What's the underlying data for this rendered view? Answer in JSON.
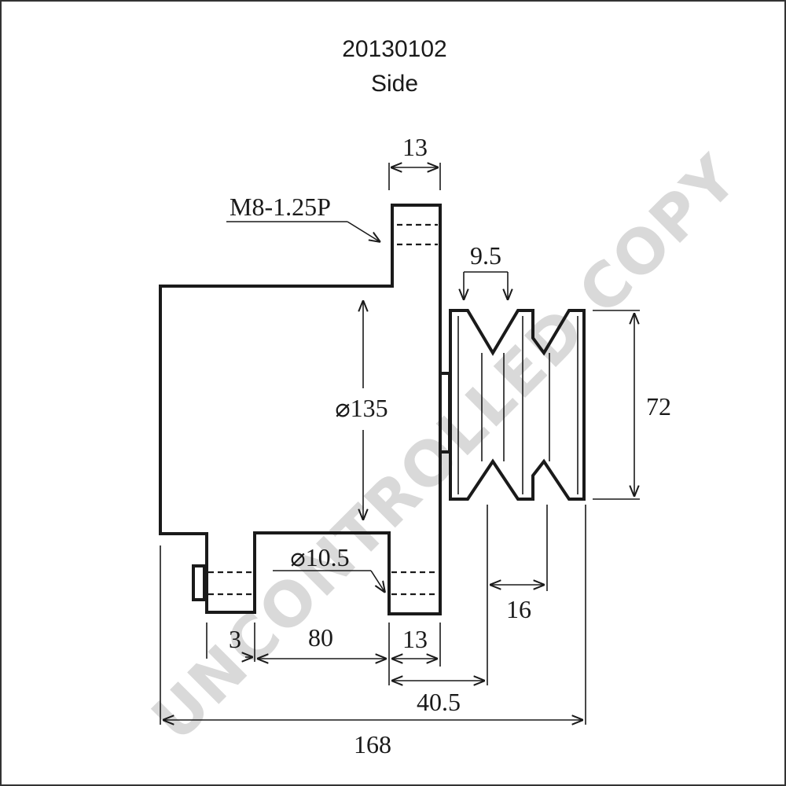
{
  "title": {
    "code": "20130102",
    "view": "Side"
  },
  "thread_label": "M8-1.25P",
  "dimensions": {
    "top_lug_width": "13",
    "groove_pitch": "9.5",
    "body_diameter": "⌀135",
    "pulley_diameter": "72",
    "lower_hole_diameter": "⌀10.5",
    "flange_thickness": "3",
    "lug_spacing": "80",
    "lower_lug_width": "13",
    "pulley_groove_span": "16",
    "pulley_offset": "40.5",
    "overall_length": "168"
  },
  "watermark": "UNCONTROLLED COPY",
  "colors": {
    "line": "#1a1a1a",
    "watermark": "#d9d9d9",
    "border": "#333333"
  }
}
